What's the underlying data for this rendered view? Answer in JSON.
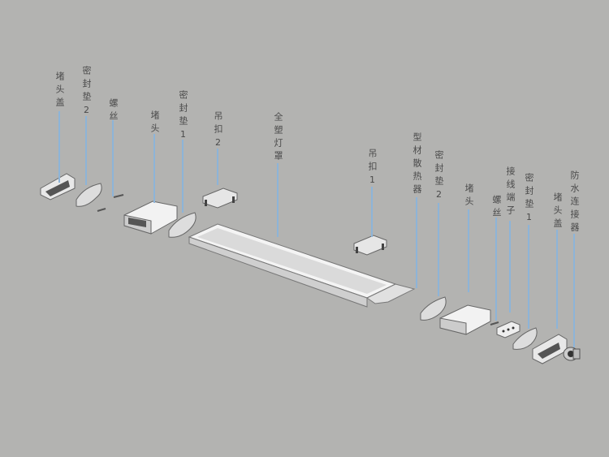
{
  "title": "Exploded view of LED linear light components",
  "labels": [
    {
      "text": "堵头盖"
    },
    {
      "text": "密封垫2"
    },
    {
      "text": "螺丝"
    },
    {
      "text": "堵头"
    },
    {
      "text": "密封垫1"
    },
    {
      "text": "吊扣2"
    },
    {
      "text": "全塑灯罩"
    },
    {
      "text": "吊扣1"
    },
    {
      "text": "型材散热器"
    },
    {
      "text": "密封垫2"
    },
    {
      "text": "堵头"
    },
    {
      "text": "螺丝"
    },
    {
      "text": "接线端子"
    },
    {
      "text": "密封垫1"
    },
    {
      "text": "堵头盖"
    },
    {
      "text": "防水连接器"
    }
  ],
  "colors": {
    "background": "#b3b3b1",
    "leader": "#8db4d8",
    "label": "#4a4a4a"
  }
}
